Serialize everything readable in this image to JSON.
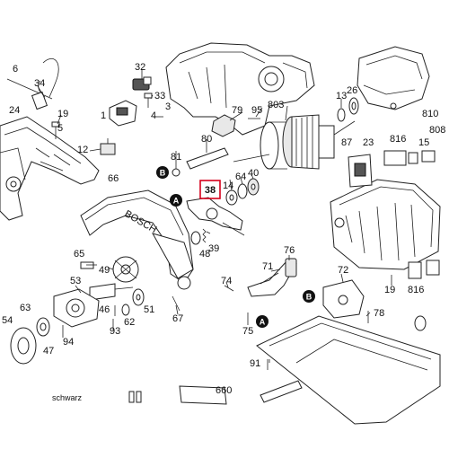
{
  "highlight": {
    "label": "38",
    "color": "#d6001c"
  },
  "marker_a": "A",
  "marker_b": "B",
  "footer_text": "schwarz",
  "labels": {
    "l6": "6",
    "l34": "34",
    "l19a": "19",
    "l5": "5",
    "l24": "24",
    "l12": "12",
    "l32": "32",
    "l33": "33",
    "l4": "4",
    "l1": "1",
    "l3": "3",
    "l79": "79",
    "l95": "95",
    "l803": "803",
    "l13": "13",
    "l26": "26",
    "l810": "810",
    "l808": "808",
    "l81": "81",
    "l80": "80",
    "l64": "64",
    "l40": "40",
    "l14": "14",
    "l66": "66",
    "l87": "87",
    "l23": "23",
    "l816a": "816",
    "l15": "15",
    "l39": "39",
    "l48": "48",
    "l65": "65",
    "l49": "49",
    "l53": "53",
    "l63": "63",
    "l54": "54",
    "l47": "47",
    "l94": "94",
    "l46": "46",
    "l62": "62",
    "l51": "51",
    "l93": "93",
    "l67": "67",
    "l74": "74",
    "l71": "71",
    "l75": "75",
    "l76": "76",
    "l72": "72",
    "l78": "78",
    "l816b": "816",
    "l19b": "19",
    "l91": "91",
    "l660": "660"
  }
}
